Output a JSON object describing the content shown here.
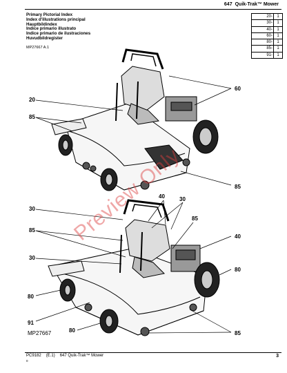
{
  "header": {
    "model": "647",
    "product": "Quik-Trak™ Mower"
  },
  "index_titles": [
    "Primary Pictorial Index",
    "Index d'illustrations principal",
    "Hauptbildindex",
    "Indice primario illustrato",
    "Indice primario de ilustraciones",
    "Huvudbildregister"
  ],
  "index_code": "MP27667 A.1",
  "section_table": [
    {
      "label": "20-",
      "value": "1"
    },
    {
      "label": "30-",
      "value": "1"
    },
    {
      "label": "40-",
      "value": "1"
    },
    {
      "label": "60-",
      "value": "1"
    },
    {
      "label": "80-",
      "value": "1"
    },
    {
      "label": "85-",
      "value": "1"
    },
    {
      "label": "91-",
      "value": "1"
    }
  ],
  "callouts_top": [
    "60",
    "20",
    "85",
    "85"
  ],
  "callouts_bottom": [
    "30",
    "40",
    "30",
    "85",
    "85",
    "30",
    "40",
    "80",
    "80",
    "91",
    "80",
    "85"
  ],
  "figure_label": "MP27667",
  "watermark": "Preview Only",
  "footer": {
    "doc": "PC9182",
    "edition": "(E.1)",
    "product": "647 Quik-Trak™ Mower",
    "sub": "0",
    "page": "3"
  }
}
